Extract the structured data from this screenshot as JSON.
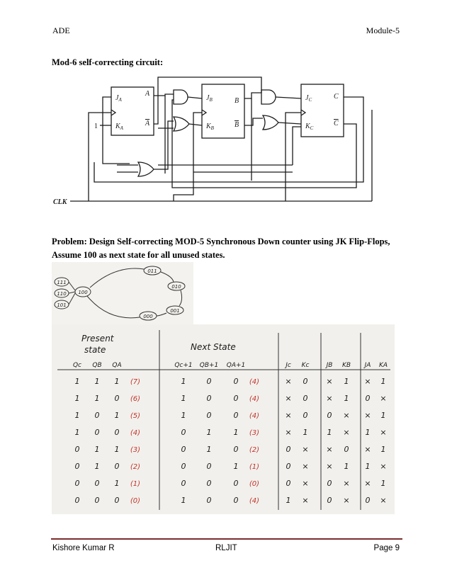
{
  "header": {
    "left": "ADE",
    "right": "Module-5"
  },
  "section_title": "Mod-6 self-correcting circuit:",
  "circuit": {
    "ff_a": {
      "j": "J",
      "j_sub": "A",
      "k": "K",
      "k_sub": "A",
      "q": "A",
      "qbar": "A"
    },
    "ff_b": {
      "j": "J",
      "j_sub": "B",
      "k": "K",
      "k_sub": "B",
      "q": "B",
      "qbar": "B"
    },
    "ff_c": {
      "j": "J",
      "j_sub": "C",
      "k": "K",
      "k_sub": "C",
      "q": "C",
      "qbar": "C"
    },
    "const_one": "1",
    "clk_label": "CLK"
  },
  "problem": {
    "line1": "Problem: Design Self-correcting MOD-5 Synchronous Down counter using JK Flip-Flops,",
    "line2": "Assume 100 as next state for all unused states."
  },
  "state_diagram": {
    "unused_states": [
      "111",
      "110",
      "101"
    ],
    "cycle_states": [
      "100",
      "011",
      "010",
      "001",
      "000"
    ]
  },
  "table": {
    "present_header": [
      "Present",
      "state"
    ],
    "next_header": "Next State",
    "columns": [
      "Qc",
      "QB",
      "QA",
      "Qc+1",
      "QB+1",
      "QA+1",
      "Jc",
      "Kc",
      "JB",
      "KB",
      "JA",
      "KA"
    ],
    "rows": [
      {
        "p": [
          "1",
          "1",
          "1"
        ],
        "pd": "(7)",
        "n": [
          "1",
          "0",
          "0"
        ],
        "nd": "(4)",
        "jk": [
          "×",
          "0",
          "×",
          "1",
          "×",
          "1"
        ]
      },
      {
        "p": [
          "1",
          "1",
          "0"
        ],
        "pd": "(6)",
        "n": [
          "1",
          "0",
          "0"
        ],
        "nd": "(4)",
        "jk": [
          "×",
          "0",
          "×",
          "1",
          "0",
          "×"
        ]
      },
      {
        "p": [
          "1",
          "0",
          "1"
        ],
        "pd": "(5)",
        "n": [
          "1",
          "0",
          "0"
        ],
        "nd": "(4)",
        "jk": [
          "×",
          "0",
          "0",
          "×",
          "×",
          "1"
        ]
      },
      {
        "p": [
          "1",
          "0",
          "0"
        ],
        "pd": "(4)",
        "n": [
          "0",
          "1",
          "1"
        ],
        "nd": "(3)",
        "jk": [
          "×",
          "1",
          "1",
          "×",
          "1",
          "×"
        ]
      },
      {
        "p": [
          "0",
          "1",
          "1"
        ],
        "pd": "(3)",
        "n": [
          "0",
          "1",
          "0"
        ],
        "nd": "(2)",
        "jk": [
          "0",
          "×",
          "×",
          "0",
          "×",
          "1"
        ]
      },
      {
        "p": [
          "0",
          "1",
          "0"
        ],
        "pd": "(2)",
        "n": [
          "0",
          "0",
          "1"
        ],
        "nd": "(1)",
        "jk": [
          "0",
          "×",
          "×",
          "1",
          "1",
          "×"
        ]
      },
      {
        "p": [
          "0",
          "0",
          "1"
        ],
        "pd": "(1)",
        "n": [
          "0",
          "0",
          "0"
        ],
        "nd": "(0)",
        "jk": [
          "0",
          "×",
          "0",
          "×",
          "×",
          "1"
        ]
      },
      {
        "p": [
          "0",
          "0",
          "0"
        ],
        "pd": "(0)",
        "n": [
          "1",
          "0",
          "0"
        ],
        "nd": "(4)",
        "jk": [
          "1",
          "×",
          "0",
          "×",
          "0",
          "×"
        ]
      }
    ]
  },
  "footer": {
    "left": "Kishore Kumar R",
    "center": "RLJIT",
    "right": "Page 9"
  },
  "colors": {
    "ink": "#1b1b1b",
    "annotation": "#c0342b",
    "rule": "#7b2c2c"
  }
}
